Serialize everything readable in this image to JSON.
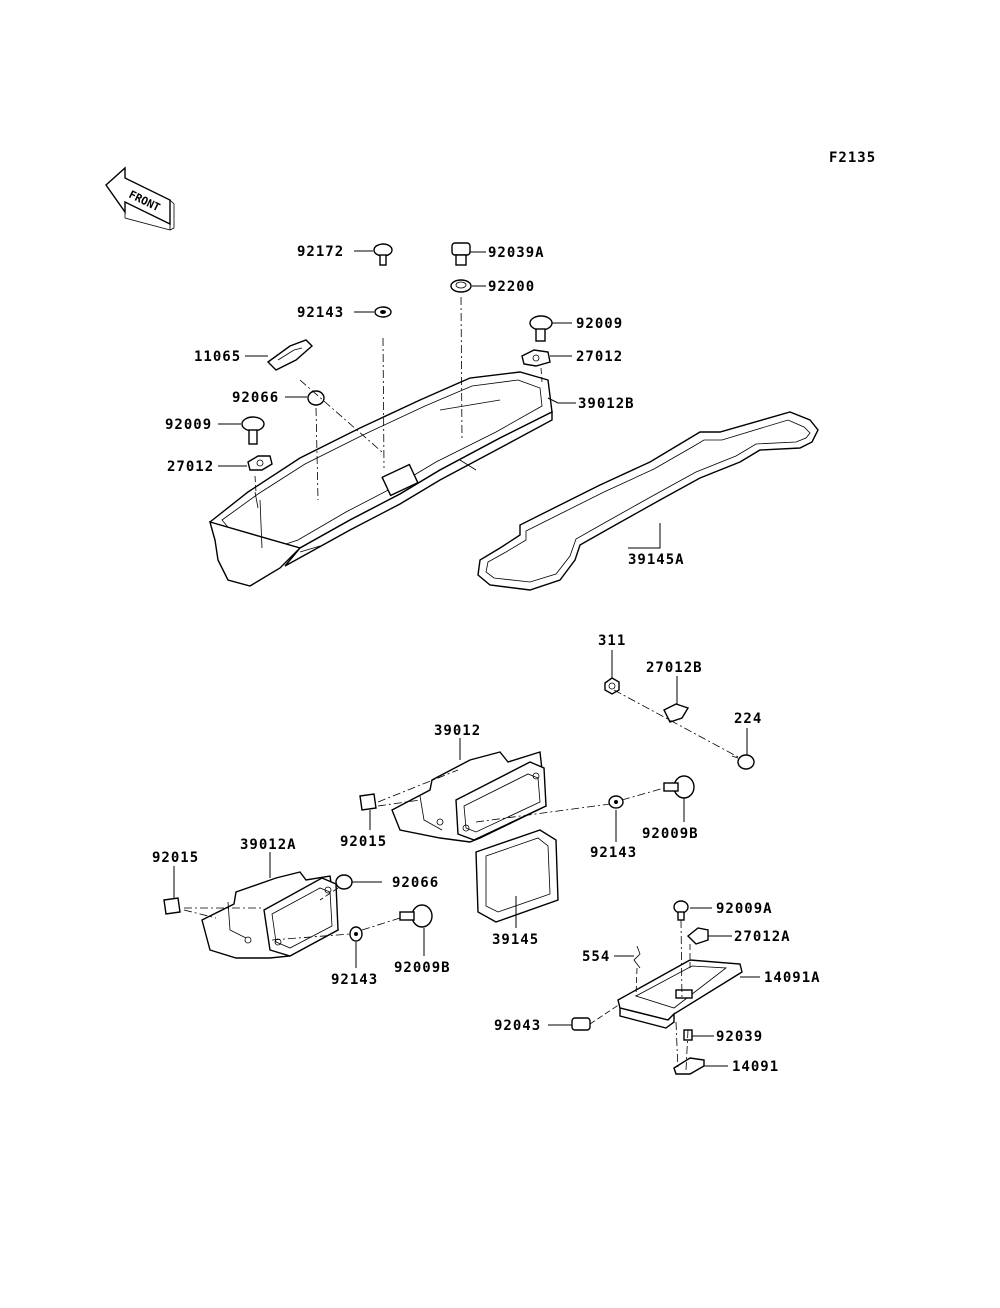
{
  "figure_code": "F2135",
  "front_label": "FRONT",
  "labels": {
    "p92039A": "92039A",
    "p92200": "92200",
    "p92172": "92172",
    "p92143_a": "92143",
    "p92009_a": "92009",
    "p27012_a": "27012",
    "p11065": "11065",
    "p92066_a": "92066",
    "p39012B": "39012B",
    "p92009_b": "92009",
    "p27012_b": "27012",
    "p39145A": "39145A",
    "p311": "311",
    "p27012B": "27012B",
    "p224": "224",
    "p39012": "39012",
    "p92015_a": "92015",
    "p92143_b": "92143",
    "p92009B_a": "92009B",
    "p92015_b": "92015",
    "p39012A": "39012A",
    "p92066_b": "92066",
    "p39145": "39145",
    "p92143_c": "92143",
    "p92009B_b": "92009B",
    "p92009A": "92009A",
    "p27012A": "27012A",
    "p554": "554",
    "p14091A": "14091A",
    "p92043": "92043",
    "p92039": "92039",
    "p14091": "14091"
  }
}
